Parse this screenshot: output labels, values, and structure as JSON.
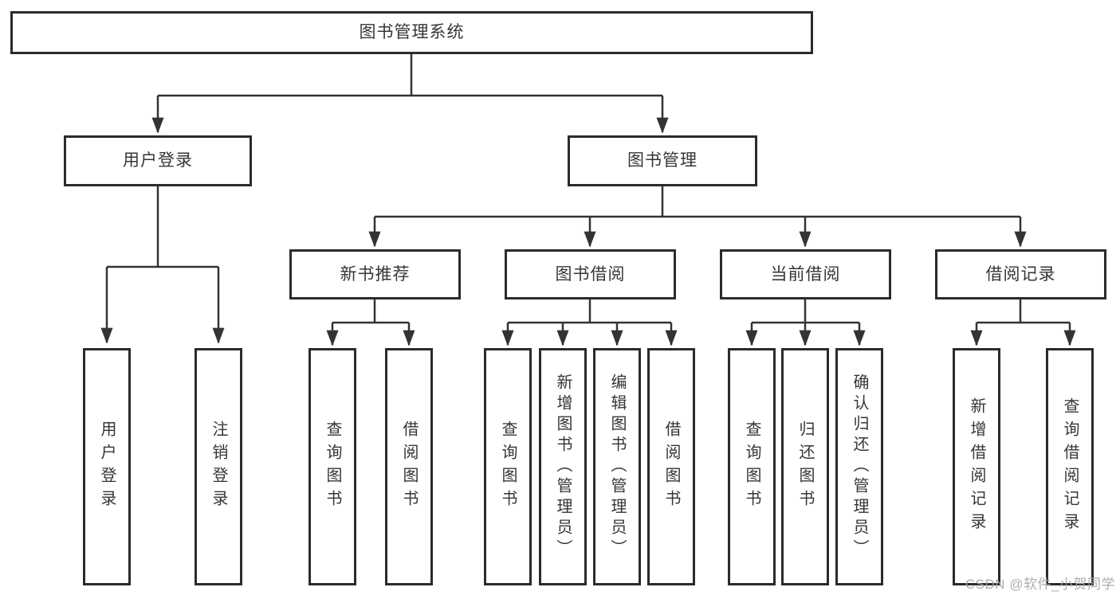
{
  "tree": {
    "label": "图书管理系统",
    "children": [
      {
        "label": "用户登录",
        "children": [
          {
            "label": "用户登录"
          },
          {
            "label": "注销登录"
          }
        ]
      },
      {
        "label": "图书管理",
        "children": [
          {
            "label": "新书推荐",
            "children": [
              {
                "label": "查询图书"
              },
              {
                "label": "借阅图书"
              }
            ]
          },
          {
            "label": "图书借阅",
            "children": [
              {
                "label": "查询图书"
              },
              {
                "label": "新增图书（管理员）"
              },
              {
                "label": "编辑图书（管理员）"
              },
              {
                "label": "借阅图书"
              }
            ]
          },
          {
            "label": "当前借阅",
            "children": [
              {
                "label": "查询图书"
              },
              {
                "label": "归还图书"
              },
              {
                "label": "确认归还（管理员）"
              }
            ]
          },
          {
            "label": "借阅记录",
            "children": [
              {
                "label": "新增借阅记录"
              },
              {
                "label": "查询借阅记录"
              }
            ]
          }
        ]
      }
    ]
  },
  "watermark": "CSDN @软件_小贺同学",
  "colors": {
    "line": "#333333",
    "box_border": "#2b2b2b",
    "text": "#363636",
    "watermark": "#a5a5a5",
    "background": "#ffffff"
  }
}
